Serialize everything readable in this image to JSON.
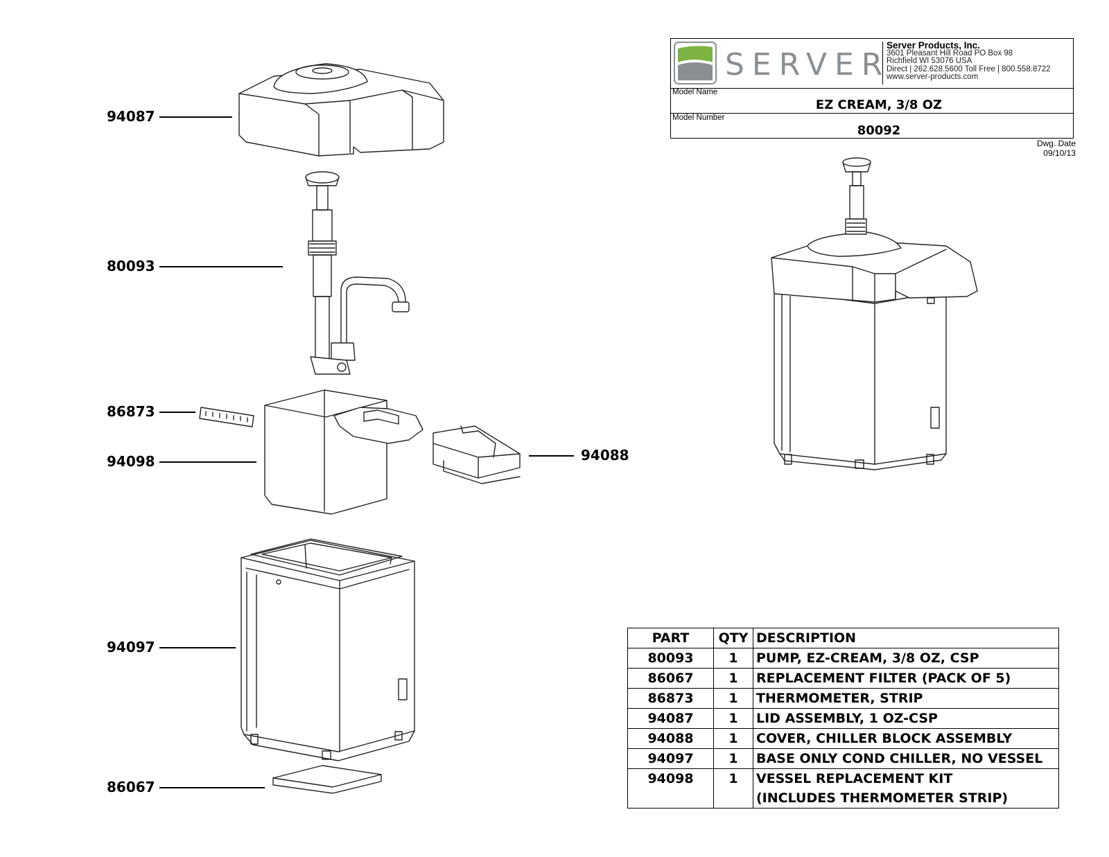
{
  "titleblock": {
    "brand": "SERVER",
    "company": "Server Products, Inc.",
    "address1": "3601 Pleasant Hill Road PO Box 98",
    "address2": "Richfield WI 53076 USA",
    "phone": "Direct | 262.628.5600  Toll Free | 800.558.8722",
    "web": "www.server-products.com",
    "model_name_label": "Model Name",
    "model_name": "EZ CREAM, 3/8 OZ",
    "model_number_label": "Model Number",
    "model_number": "80092",
    "dwg_date_label": "Dwg. Date",
    "dwg_date": "09/10/13",
    "logo_colors": {
      "green": "#7cb342",
      "gray": "#8a8f94"
    }
  },
  "callouts": {
    "lid": "94087",
    "pump": "80093",
    "thermometer": "86873",
    "vessel": "94098",
    "cover": "94088",
    "base": "94097",
    "filter": "86067"
  },
  "parts_table": {
    "headers": {
      "part": "PART",
      "qty": "QTY",
      "description": "DESCRIPTION"
    },
    "rows": [
      {
        "part": "80093",
        "qty": "1",
        "description": "PUMP, EZ-CREAM, 3/8 OZ, CSP"
      },
      {
        "part": "86067",
        "qty": "1",
        "description": "REPLACEMENT FILTER (PACK OF 5)"
      },
      {
        "part": "86873",
        "qty": "1",
        "description": "THERMOMETER, STRIP"
      },
      {
        "part": "94087",
        "qty": "1",
        "description": "LID ASSEMBLY, 1 OZ-CSP"
      },
      {
        "part": "94088",
        "qty": "1",
        "description": "COVER, CHILLER BLOCK ASSEMBLY"
      },
      {
        "part": "94097",
        "qty": "1",
        "description": "BASE ONLY COND CHILLER, NO VESSEL"
      },
      {
        "part": "94098",
        "qty": "1",
        "description": "VESSEL REPLACEMENT KIT",
        "description2": "(INCLUDES THERMOMETER STRIP)"
      }
    ]
  }
}
